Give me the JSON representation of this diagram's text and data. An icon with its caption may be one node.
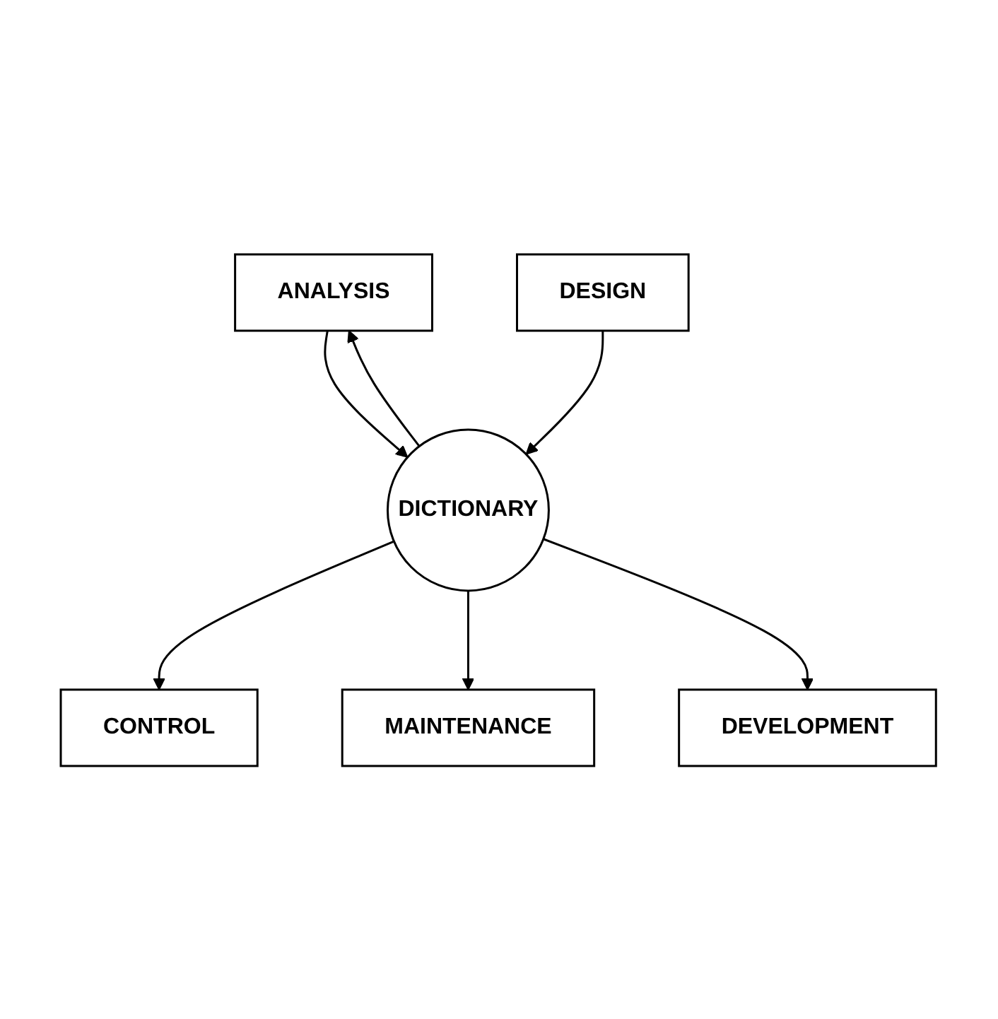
{
  "diagram": {
    "nodes": [
      {
        "text": [
          "ANALYSIS"
        ]
      },
      {
        "text": [
          "CONTROL"
        ]
      },
      {
        "text": [
          "DICTIONARY"
        ]
      },
      {
        "text": [
          "DESIGN"
        ]
      },
      {
        "text": [
          "MAINTENANCE"
        ]
      },
      {
        "text": [
          "DEVELOPMENT"
        ]
      }
    ],
    "edges": [
      {
        "from": 0,
        "to": 2,
        "arrow": "to"
      },
      {
        "from": 2,
        "to": 0,
        "arrow": "to"
      },
      {
        "from": 2,
        "to": 1,
        "arrow": "to"
      },
      {
        "from": 3,
        "to": 2,
        "arrow": "to"
      },
      {
        "from": 2,
        "to": 4,
        "arrow": "to"
      },
      {
        "from": 2,
        "to": 5,
        "arrow": "to"
      }
    ]
  }
}
